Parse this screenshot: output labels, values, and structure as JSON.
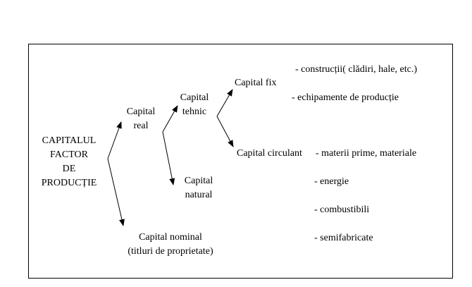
{
  "root": {
    "line1": "CAPITALUL",
    "line2": "FACTOR",
    "line3": "DE",
    "line4": "PRODUCȚIE"
  },
  "capital_real": {
    "line1": "Capital",
    "line2": "real"
  },
  "capital_nominal": {
    "line1": "Capital nominal",
    "line2": "(titluri de proprietate)"
  },
  "capital_tehnic": {
    "line1": "Capital",
    "line2": "tehnic"
  },
  "capital_natural": {
    "line1": "Capital",
    "line2": "natural"
  },
  "capital_fix": {
    "label": "Capital fix",
    "items": [
      "- construcții( clădiri, hale, etc.)",
      "- echipamente de producție"
    ]
  },
  "capital_circulant": {
    "label": "Capital circulant",
    "items": [
      "- materii prime, materiale",
      "- energie",
      "- combustibili",
      "- semifabricate"
    ]
  },
  "colors": {
    "line": "#000000",
    "background": "#ffffff"
  }
}
